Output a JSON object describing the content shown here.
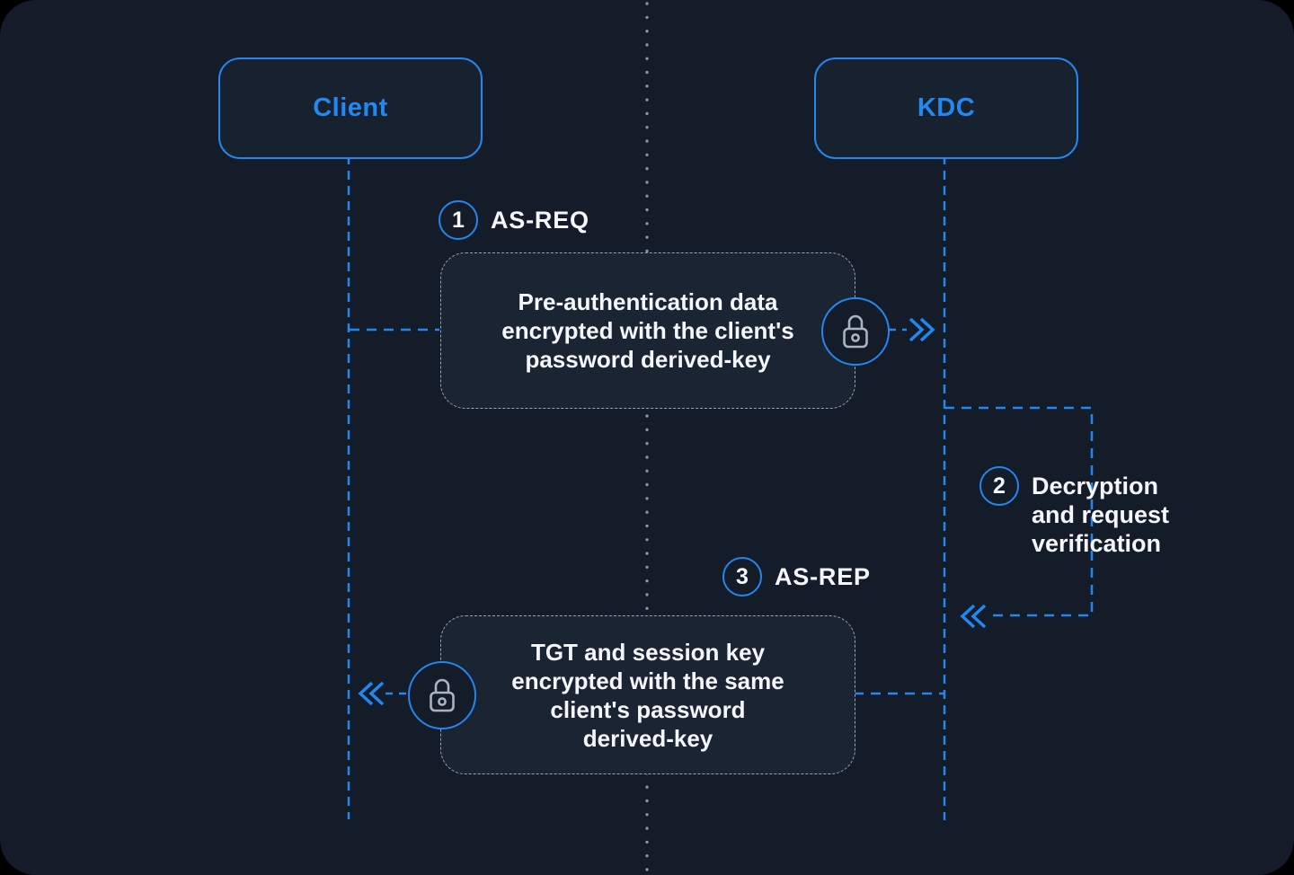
{
  "diagram": {
    "actors": [
      {
        "id": "client",
        "label": "Client"
      },
      {
        "id": "kdc",
        "label": "KDC"
      }
    ],
    "steps": [
      {
        "number": "1",
        "label": "AS-REQ"
      },
      {
        "number": "2",
        "label": "Decryption and request verification",
        "lines": [
          "Decryption",
          "and request",
          "verification"
        ]
      },
      {
        "number": "3",
        "label": "AS-REP"
      }
    ],
    "messages": [
      {
        "id": "as-req-payload",
        "text": "Pre-authentication data encrypted with the client's password derived-key",
        "lines": [
          "Pre-authentication data",
          "encrypted with the client's",
          "password derived-key"
        ],
        "icon": "lock-icon"
      },
      {
        "id": "as-rep-payload",
        "text": "TGT and session key encrypted with the same client's password derived-key",
        "lines": [
          "TGT and session key",
          "encrypted with the same",
          "client's password",
          "derived-key"
        ],
        "icon": "lock-icon"
      }
    ],
    "icons": {
      "lock": {
        "name": "lock-icon",
        "glyph": "🔒"
      },
      "arrow_right": {
        "name": "double-chevron-right-icon",
        "glyph": "»"
      },
      "arrow_left": {
        "name": "double-chevron-left-icon",
        "glyph": "«"
      }
    },
    "colors": {
      "accent_blue": "#2287EF",
      "canvas_bg": "#141B29",
      "message_box_bg": "#1B2433",
      "actor_box_bg": "#172130",
      "dashed_gray": "#9AA3B1",
      "text_white": "#F4F6F8",
      "lock_gray": "#A9B3C1",
      "timeline_dot_gray": "#8F98A8"
    }
  }
}
